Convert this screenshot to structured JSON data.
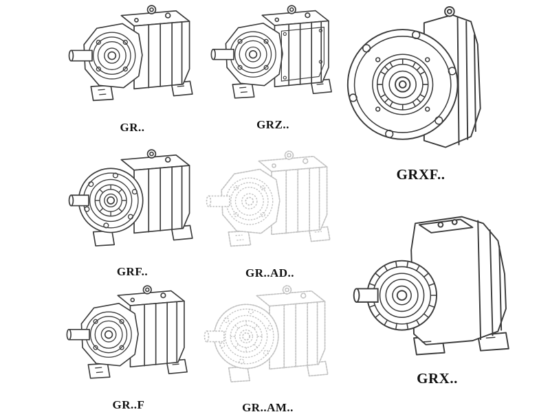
{
  "page": {
    "background": "#ffffff",
    "line_color": "#3b3b3b",
    "ghost_line_color": "#c2c2c2",
    "label_color": "#111111"
  },
  "figures": [
    {
      "id": "gr",
      "label": "GR..",
      "style": "solid",
      "drawing": "foot-mounted-helical-gearbox-isometric"
    },
    {
      "id": "grz",
      "label": "GRZ..",
      "style": "solid",
      "drawing": "foot-mounted-helical-gearbox-isometric-z"
    },
    {
      "id": "grxf",
      "label": "GRXF..",
      "style": "solid",
      "drawing": "flange-mounted-gearbox-front-view"
    },
    {
      "id": "grf",
      "label": "GRF..",
      "style": "solid",
      "drawing": "flange-mounted-helical-gearbox-isometric"
    },
    {
      "id": "grad",
      "label": "GR..AD..",
      "style": "ghost",
      "drawing": "gearbox-with-input-adapter-ghost"
    },
    {
      "id": "grff",
      "label": "GR..F",
      "style": "solid",
      "drawing": "foot-flange-helical-gearbox-isometric"
    },
    {
      "id": "gram",
      "label": "GR..AM..",
      "style": "ghost",
      "drawing": "gearbox-with-motor-adapter-ghost"
    },
    {
      "id": "grx",
      "label": "GRX..",
      "style": "solid",
      "drawing": "large-ribbed-helical-gearbox-isometric"
    }
  ]
}
